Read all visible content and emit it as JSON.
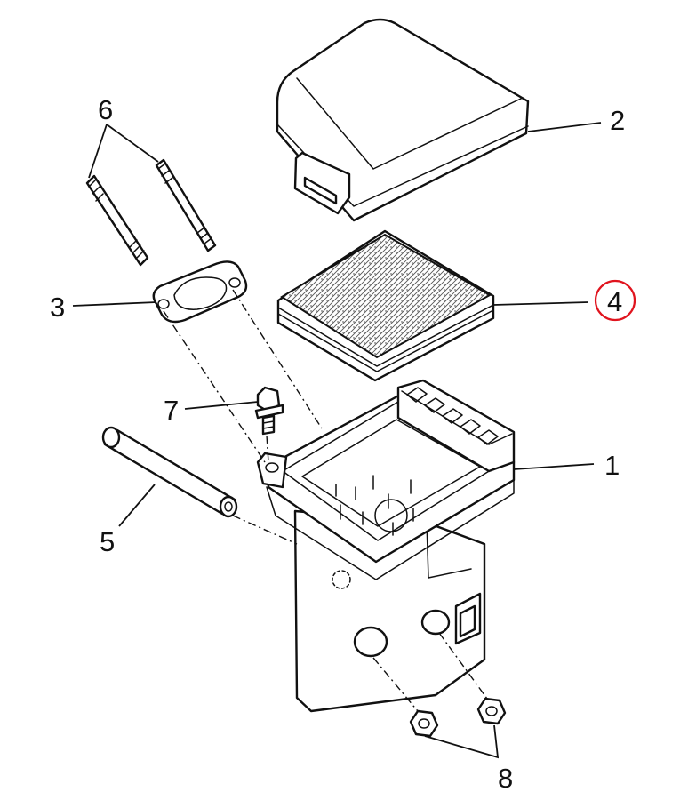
{
  "diagram": {
    "callouts": [
      {
        "id": "1",
        "label": "1"
      },
      {
        "id": "2",
        "label": "2"
      },
      {
        "id": "3",
        "label": "3"
      },
      {
        "id": "4",
        "label": "4",
        "highlighted": true
      },
      {
        "id": "5",
        "label": "5"
      },
      {
        "id": "6",
        "label": "6"
      },
      {
        "id": "7",
        "label": "7"
      },
      {
        "id": "8",
        "label": "8"
      }
    ],
    "highlight_color": "#e0141e",
    "line_color": "#111111"
  }
}
